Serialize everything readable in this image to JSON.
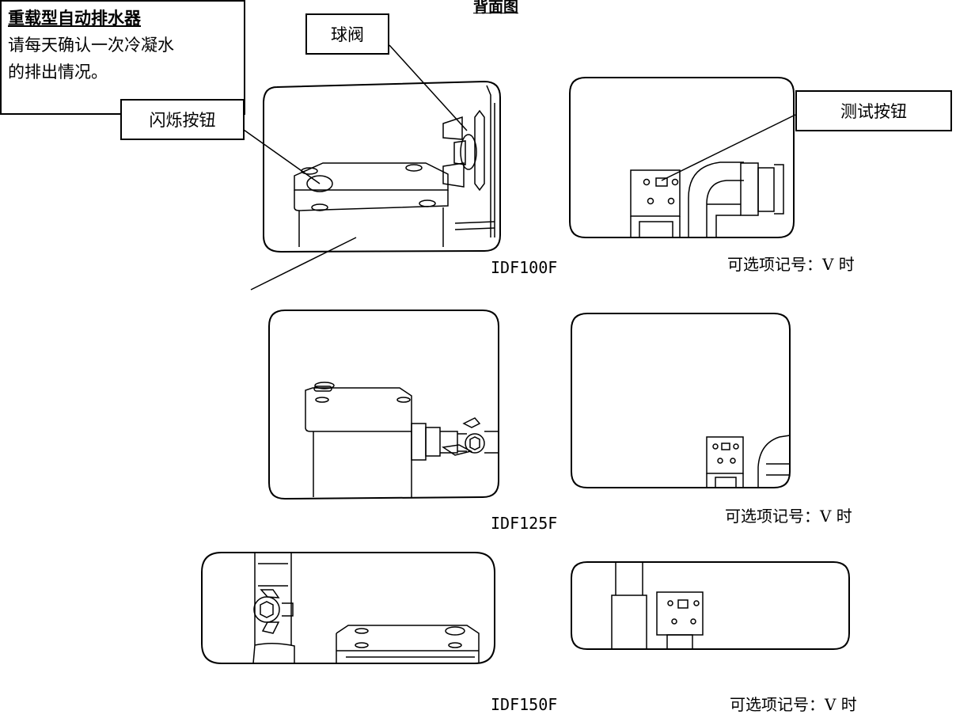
{
  "title": "背面图",
  "callouts": {
    "ball_valve": "球阀",
    "flash_button": "闪烁按钮",
    "test_button": "测试按钮"
  },
  "note": {
    "heading": "重载型自动排水器",
    "line1": "请每天确认一次冷凝水",
    "line2": "的排出情况。"
  },
  "models": [
    "IDF100F",
    "IDF125F",
    "IDF150F"
  ],
  "option_caption": "可选项记号：V 时"
}
